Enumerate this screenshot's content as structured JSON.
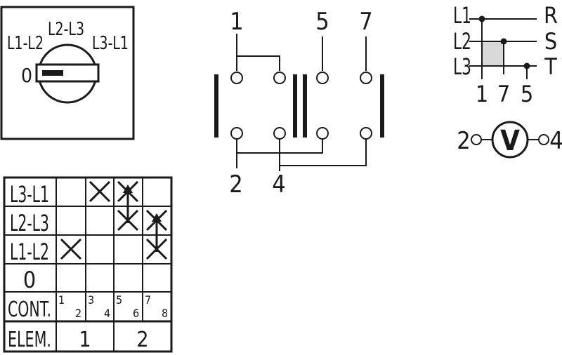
{
  "selector": {
    "pos_left": "L1-L2",
    "pos_mid": "L2-L3",
    "pos_right": "L3-L1",
    "pos_zero": "0"
  },
  "wiring": {
    "top_terminals": [
      "1",
      "5",
      "7"
    ],
    "bottom_terminals": [
      "2",
      "4"
    ]
  },
  "phases": {
    "lines": [
      "L1",
      "L2",
      "L3"
    ],
    "outputs": [
      "R",
      "S",
      "T"
    ],
    "bottom_numbers": [
      "1",
      "7",
      "5"
    ]
  },
  "voltmeter": {
    "symbol": "V",
    "left_terminal": "2",
    "right_terminal": "4"
  },
  "table": {
    "rows": [
      "L3-L1",
      "L2-L3",
      "L1-L2",
      "0",
      "CONT.",
      "ELEM."
    ],
    "contacts": [
      "1",
      "2",
      "3",
      "4",
      "5",
      "6",
      "7",
      "8"
    ],
    "elements": [
      "1",
      "2"
    ],
    "marks": [
      {
        "row": 0,
        "col": 1,
        "type": "x"
      },
      {
        "row": 0,
        "col": 2,
        "type": "x"
      },
      {
        "row": 1,
        "col": 2,
        "type": "x"
      },
      {
        "row": 1,
        "col": 3,
        "type": "x"
      },
      {
        "row": 2,
        "col": 0,
        "type": "x"
      },
      {
        "row": 2,
        "col": 3,
        "type": "x"
      }
    ]
  }
}
